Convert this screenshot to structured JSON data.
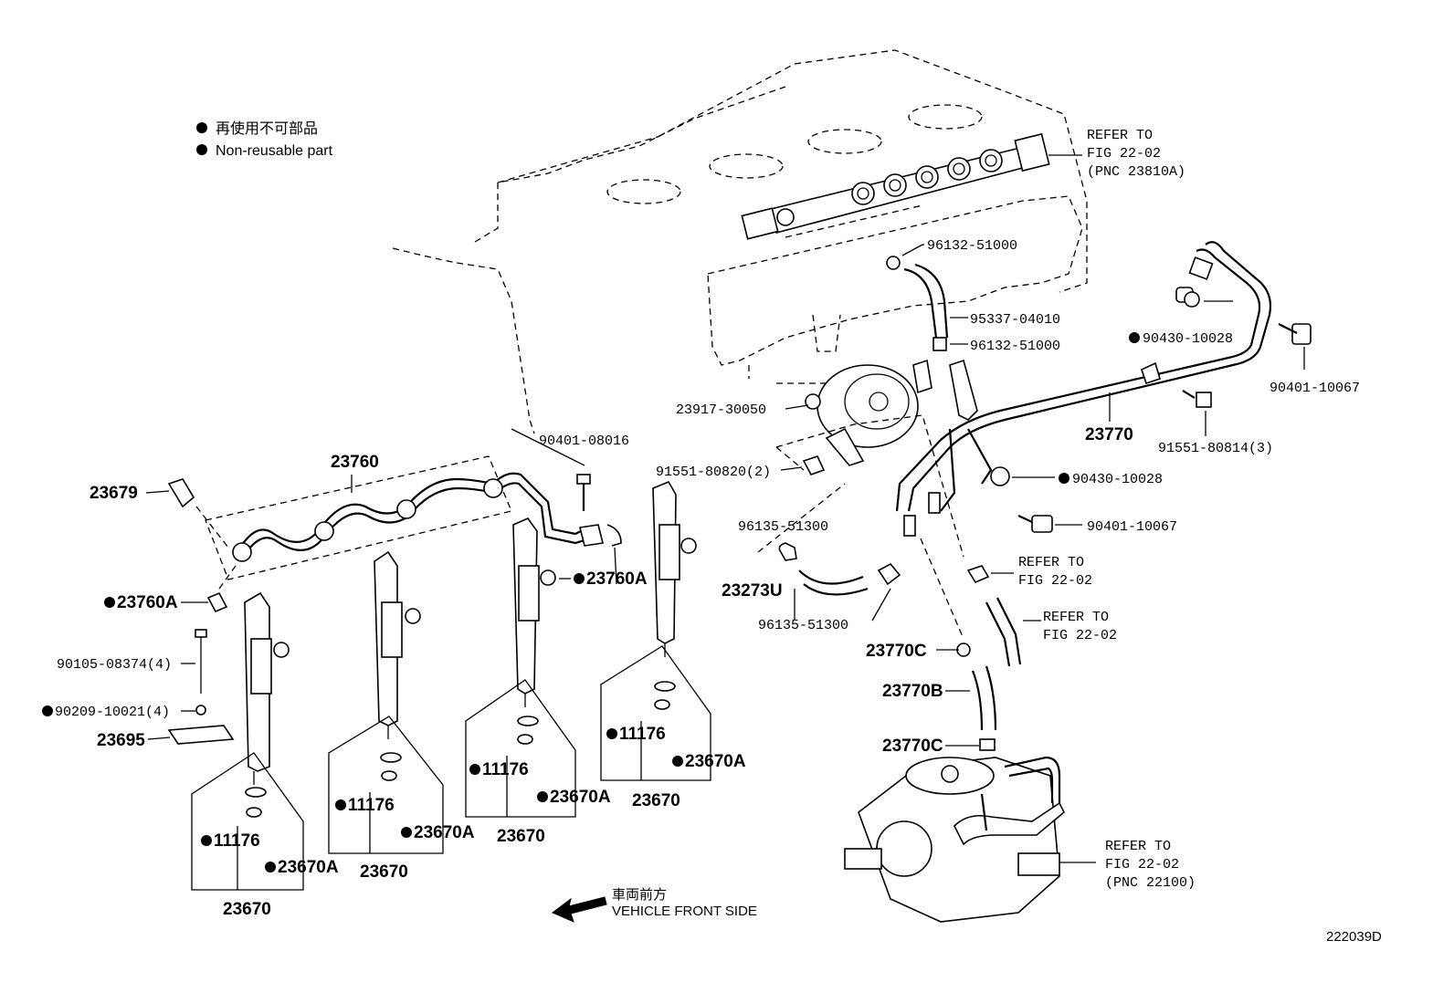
{
  "legend": {
    "jp": "再使用不可部品",
    "en": "Non-reusable part"
  },
  "diagram_id": "222039D",
  "direction": {
    "jp": "車両前方",
    "en": "VEHICLE FRONT SIDE"
  },
  "refs": {
    "rail": [
      "REFER TO",
      "FIG 22-02",
      "(PNC 23810A)"
    ],
    "right1": [
      "REFER TO",
      "FIG 22-02"
    ],
    "right2": [
      "REFER TO",
      "FIG 22-02"
    ],
    "pump": [
      "REFER TO",
      "FIG 22-02",
      "(PNC 22100)"
    ]
  },
  "labels": {
    "p96132_a": "96132-51000",
    "p95337": "95337-04010",
    "p96132_b": "96132-51000",
    "p90430_a": "90430-10028",
    "p90401_a": "90401-10067",
    "p23917": "23917-30050",
    "p23770": "23770",
    "p91551_a": "91551-80814(3)",
    "p90401_b": "90401-08016",
    "p91551_b": "91551-80820(2)",
    "p90430_b": "90430-10028",
    "p90401_c": "90401-10067",
    "p96135_a": "96135-51300",
    "p23273u": "23273U",
    "p96135_b": "96135-51300",
    "p23770c_a": "23770C",
    "p23770b": "23770B",
    "p23770c_b": "23770C",
    "p23760": "23760",
    "p23679": "23679",
    "p23760a_a": "23760A",
    "p23760a_b": "23760A",
    "p90105": "90105-08374(4)",
    "p90209": "90209-10021(4)",
    "p23695": "23695",
    "g1_11176": "11176",
    "g1_23670a": "23670A",
    "g1_23670": "23670",
    "g2_11176": "11176",
    "g2_23670a": "23670A",
    "g2_23670": "23670",
    "g3_11176": "11176",
    "g3_23670a": "23670A",
    "g3_23670": "23670",
    "g4_11176": "11176",
    "g4_23670a": "23670A",
    "g4_23670": "23670"
  }
}
